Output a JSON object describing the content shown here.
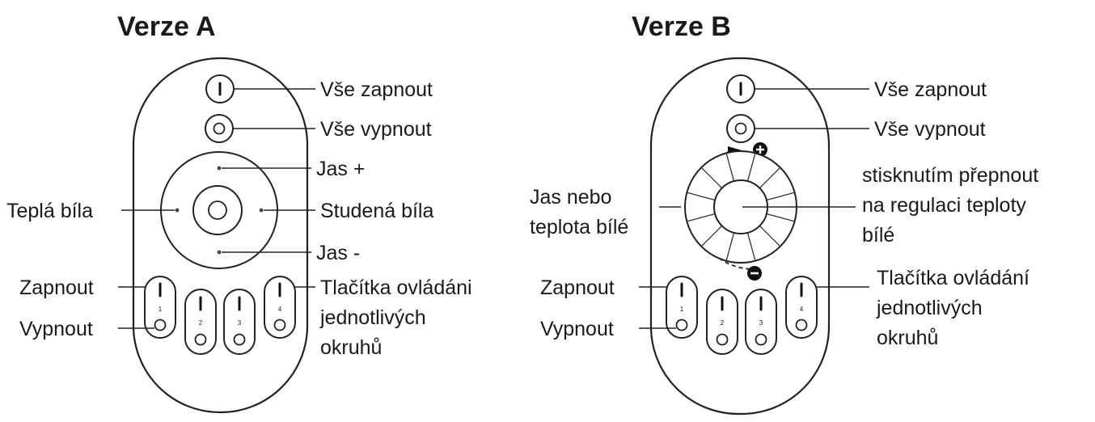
{
  "remote_a": {
    "title": "Verze A",
    "labels": {
      "all_on": "Vše zapnout",
      "all_off": "Vše vypnout",
      "brightness_up": "Jas +",
      "warm_white": "Teplá bíla",
      "cool_white": "Studená bíla",
      "brightness_down": "Jas -",
      "zone_on": "Zapnout",
      "zone_off": "Vypnout",
      "zone_buttons": [
        "Tlačítka ovládáni",
        "jednotlivých",
        "okruhů"
      ]
    }
  },
  "remote_b": {
    "title": "Verze B",
    "labels": {
      "all_on": "Vše zapnout",
      "all_off": "Vše vypnout",
      "wheel": [
        "Jas nebo",
        "teplota bílé"
      ],
      "center_press": [
        "stisknutím přepnout",
        "na regulaci teploty",
        "bílé"
      ],
      "zone_on": "Zapnout",
      "zone_off": "Vypnout",
      "zone_buttons": [
        "Tlačítka ovládání",
        "jednotlivých",
        "okruhů"
      ]
    }
  },
  "zone_numbers": [
    "1",
    "2",
    "3",
    "4"
  ],
  "colors": {
    "line": "#222222",
    "background": "#ffffff"
  }
}
